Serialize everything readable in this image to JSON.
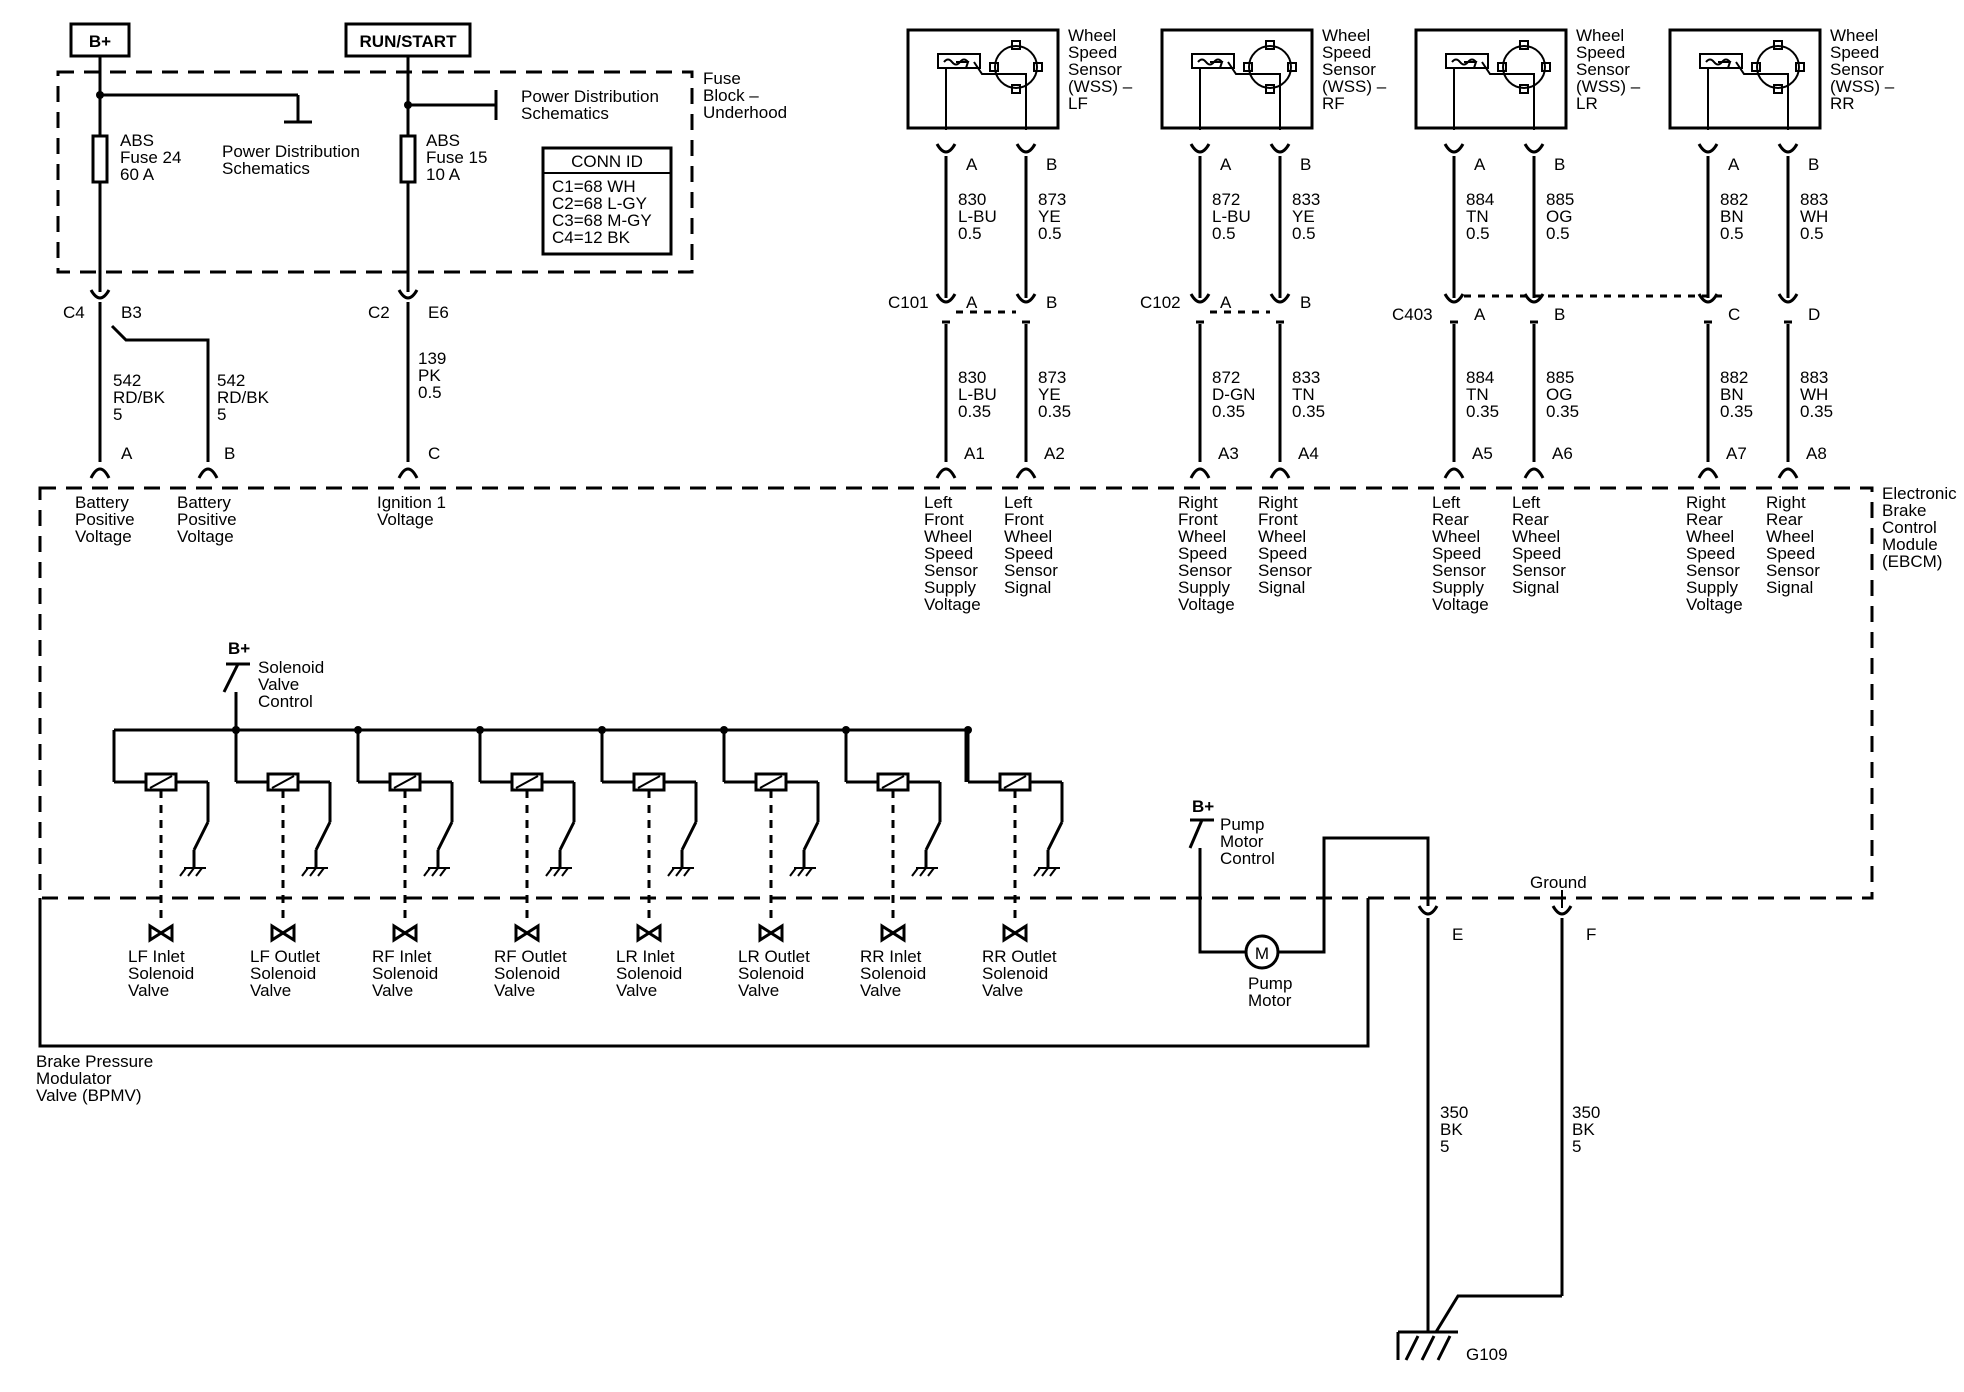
{
  "power": {
    "bplus_label": "B+",
    "runstart_label": "RUN/START",
    "fuse_block_label": [
      "Fuse",
      "Block –",
      "Underhood"
    ],
    "power_dist_1": [
      "Power Distribution",
      "Schematics"
    ],
    "power_dist_2": [
      "Power Distribution",
      "Schematics"
    ],
    "fuse24": [
      "ABS",
      "Fuse 24",
      "60 A"
    ],
    "fuse15": [
      "ABS",
      "Fuse 15",
      "10 A"
    ],
    "conn_id": {
      "title": "CONN ID",
      "rows": [
        "C1=68 WH",
        "C2=68 L-GY",
        "C3=68 M-GY",
        "C4=12 BK"
      ]
    }
  },
  "connectors": {
    "c4": "C4",
    "b3": "B3",
    "c2": "C2",
    "e6": "E6",
    "c101": "C101",
    "c102": "C102",
    "c403": "C403",
    "ebcm_a": "A",
    "ebcm_b": "B",
    "ebcm_c": "C",
    "A": "A",
    "B": "B",
    "C": "C",
    "D": "D",
    "A1": "A1",
    "A2": "A2",
    "A3": "A3",
    "A4": "A4",
    "A5": "A5",
    "A6": "A6",
    "A7": "A7",
    "A8": "A8",
    "E": "E",
    "F": "F",
    "ground_label": "Ground",
    "g109": "G109"
  },
  "wires_power": {
    "w542a": [
      "542",
      "RD/BK",
      "5"
    ],
    "w542b": [
      "542",
      "RD/BK",
      "5"
    ],
    "w139": [
      "139",
      "PK",
      "0.5"
    ]
  },
  "sensors": [
    {
      "title": [
        "Wheel",
        "Speed",
        "Sensor",
        "(WSS) –",
        "LF"
      ],
      "upper_a": [
        "830",
        "L-BU",
        "0.5"
      ],
      "upper_b": [
        "873",
        "YE",
        "0.5"
      ],
      "lower_a": [
        "830",
        "L-BU",
        "0.35"
      ],
      "lower_b": [
        "873",
        "YE",
        "0.35"
      ],
      "pin_a_label": [
        "Left",
        "Front",
        "Wheel",
        "Speed",
        "Sensor",
        "Supply",
        "Voltage"
      ],
      "pin_b_label": [
        "Left",
        "Front",
        "Wheel",
        "Speed",
        "Sensor",
        "Signal"
      ]
    },
    {
      "title": [
        "Wheel",
        "Speed",
        "Sensor",
        "(WSS) –",
        "RF"
      ],
      "upper_a": [
        "872",
        "L-BU",
        "0.5"
      ],
      "upper_b": [
        "833",
        "YE",
        "0.5"
      ],
      "lower_a": [
        "872",
        "D-GN",
        "0.35"
      ],
      "lower_b": [
        "833",
        "TN",
        "0.35"
      ],
      "pin_a_label": [
        "Right",
        "Front",
        "Wheel",
        "Speed",
        "Sensor",
        "Supply",
        "Voltage"
      ],
      "pin_b_label": [
        "Right",
        "Front",
        "Wheel",
        "Speed",
        "Sensor",
        "Signal"
      ]
    },
    {
      "title": [
        "Wheel",
        "Speed",
        "Sensor",
        "(WSS) –",
        "LR"
      ],
      "upper_a": [
        "884",
        "TN",
        "0.5"
      ],
      "upper_b": [
        "885",
        "OG",
        "0.5"
      ],
      "lower_a": [
        "884",
        "TN",
        "0.35"
      ],
      "lower_b": [
        "885",
        "OG",
        "0.35"
      ],
      "pin_a_label": [
        "Left",
        "Rear",
        "Wheel",
        "Speed",
        "Sensor",
        "Supply",
        "Voltage"
      ],
      "pin_b_label": [
        "Left",
        "Rear",
        "Wheel",
        "Speed",
        "Sensor",
        "Signal"
      ]
    },
    {
      "title": [
        "Wheel",
        "Speed",
        "Sensor",
        "(WSS) –",
        "RR"
      ],
      "upper_a": [
        "882",
        "BN",
        "0.5"
      ],
      "upper_b": [
        "883",
        "WH",
        "0.5"
      ],
      "lower_a": [
        "882",
        "BN",
        "0.35"
      ],
      "lower_b": [
        "883",
        "WH",
        "0.35"
      ],
      "pin_a_label": [
        "Right",
        "Rear",
        "Wheel",
        "Speed",
        "Sensor",
        "Supply",
        "Voltage"
      ],
      "pin_b_label": [
        "Right",
        "Rear",
        "Wheel",
        "Speed",
        "Sensor",
        "Signal"
      ]
    }
  ],
  "ebcm": {
    "label": [
      "Electronic",
      "Brake",
      "Control",
      "Module",
      "(EBCM)"
    ],
    "batt_a": [
      "Battery",
      "Positive",
      "Voltage"
    ],
    "batt_b": [
      "Battery",
      "Positive",
      "Voltage"
    ],
    "ign": [
      "Ignition 1",
      "Voltage"
    ],
    "bplus_solenoid": "B+",
    "solenoid_ctrl": [
      "Solenoid",
      "Valve",
      "Control"
    ],
    "bplus_pump": "B+",
    "pump_ctrl": [
      "Pump",
      "Motor",
      "Control"
    ]
  },
  "bpmv": {
    "label": [
      "Brake Pressure",
      "Modulator",
      "Valve (BPMV)"
    ],
    "valves": [
      [
        "LF Inlet",
        "Solenoid",
        "Valve"
      ],
      [
        "LF Outlet",
        "Solenoid",
        "Valve"
      ],
      [
        "RF Inlet",
        "Solenoid",
        "Valve"
      ],
      [
        "RF Outlet",
        "Solenoid",
        "Valve"
      ],
      [
        "LR Inlet",
        "Solenoid",
        "Valve"
      ],
      [
        "LR Outlet",
        "Solenoid",
        "Valve"
      ],
      [
        "RR Inlet",
        "Solenoid",
        "Valve"
      ],
      [
        "RR Outlet",
        "Solenoid",
        "Valve"
      ]
    ],
    "pump_label": [
      "Pump",
      "Motor"
    ],
    "motor_symbol": "M"
  },
  "ground_wires": {
    "e": [
      "350",
      "BK",
      "5"
    ],
    "f": [
      "350",
      "BK",
      "5"
    ]
  }
}
